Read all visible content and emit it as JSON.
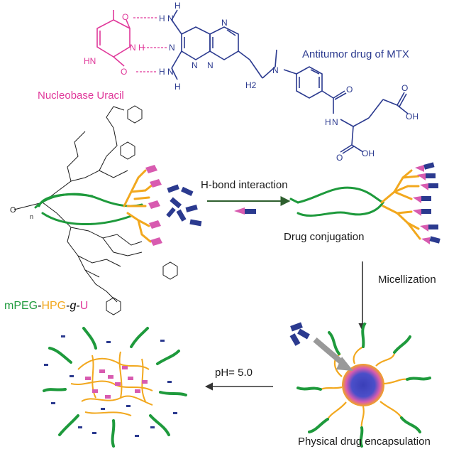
{
  "colors": {
    "uracil": "#e0389a",
    "mtx": "#2b3a8f",
    "peg": "#1e9a3c",
    "hpg": "#f2a81e",
    "graft": "#1a1a1a",
    "arrow": "#555555",
    "hbond_arrow": "#2e5f2e"
  },
  "labels": {
    "uracil": "Nucleobase Uracil",
    "mtx": "Antitumor drug of MTX",
    "hbond": "H-bond interaction",
    "conjugation": "Drug conjugation",
    "micellization": "Micellization",
    "ph": "pH= 5.0",
    "encapsulation": "Physical drug encapsulation"
  },
  "polymer_name": {
    "peg": "mPEG",
    "dash1": "-",
    "hpg": "HPG",
    "dash2": "-",
    "g": "g",
    "dash3": "-",
    "u": "U"
  },
  "structure_atoms": {
    "o_top": "O",
    "o_bottom": "O",
    "nh_uracil": "HN",
    "n_uracil": "N",
    "h_bond": "H",
    "h_top": "H",
    "n_amine_top": "N",
    "h_top_left": "H",
    "n_ring_1": "N",
    "n_ring_2": "N",
    "n_ring_3": "N",
    "n_ring_4": "N",
    "h_bottom": "H",
    "n_amine_bottom": "N",
    "h_bottom_left": "H",
    "ch2": "H2",
    "n_methyl": "N",
    "carbonyl_o": "O",
    "amide_nh": "H",
    "amide_n": "N",
    "acid_o": "O",
    "acid_oh": "OH",
    "acid_o2": "O",
    "acid_oh2": "OH",
    "peg_o": "O",
    "peg_n": "n"
  }
}
